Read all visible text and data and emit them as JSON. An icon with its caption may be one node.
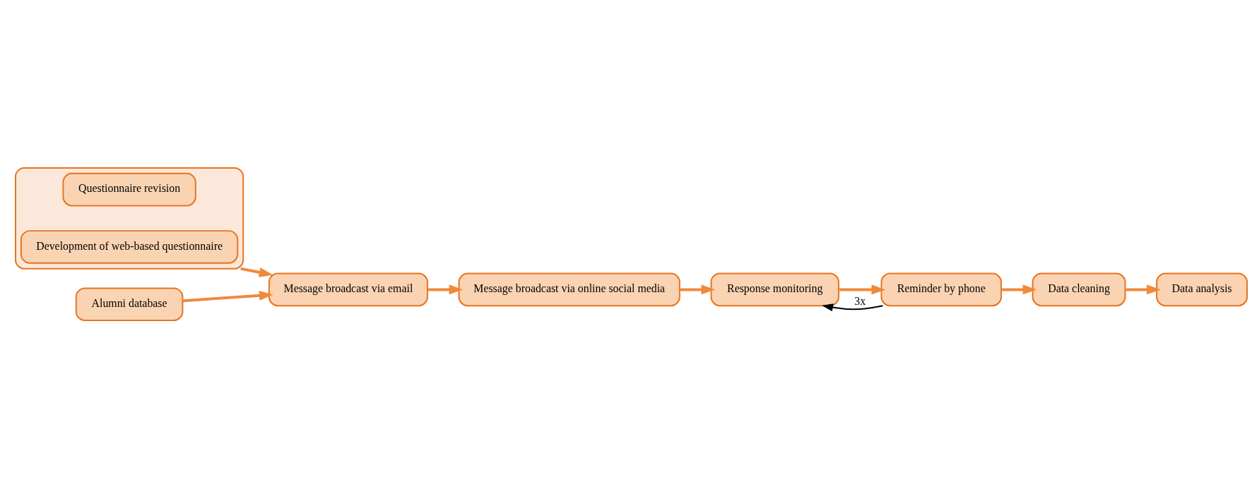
{
  "diagram": {
    "nodes": [
      {
        "text": [],
        "shape": "box"
      },
      {
        "text": [
          "Questionnaire revision"
        ],
        "in": 0
      },
      {
        "text": [
          "Development of web-based questionnaire"
        ],
        "in": 0
      },
      {
        "text": [
          "Alumni database"
        ]
      },
      {
        "text": [
          "Message broadcast via email"
        ]
      },
      {
        "text": [
          "Message broadcast via online social media"
        ]
      },
      {
        "text": [
          "Response monitoring"
        ]
      },
      {
        "text": [
          "Reminder by phone"
        ]
      },
      {
        "text": [
          "Data cleaning"
        ]
      },
      {
        "text": [
          "Data analysis"
        ]
      }
    ],
    "edges": [
      {
        "from": 0,
        "to": 4,
        "arrow": "to"
      },
      {
        "from": 3,
        "to": 4,
        "arrow": "to"
      },
      {
        "from": 4,
        "to": 5,
        "arrow": "to"
      },
      {
        "from": 5,
        "to": 6,
        "arrow": "to"
      },
      {
        "from": 6,
        "to": 7,
        "arrow": "to"
      },
      {
        "from": 7,
        "to": 6,
        "arrow": "to",
        "label": "3x",
        "color": "#000000"
      },
      {
        "from": 7,
        "to": 8,
        "arrow": "to"
      },
      {
        "from": 8,
        "to": 9,
        "arrow": "to"
      }
    ]
  }
}
